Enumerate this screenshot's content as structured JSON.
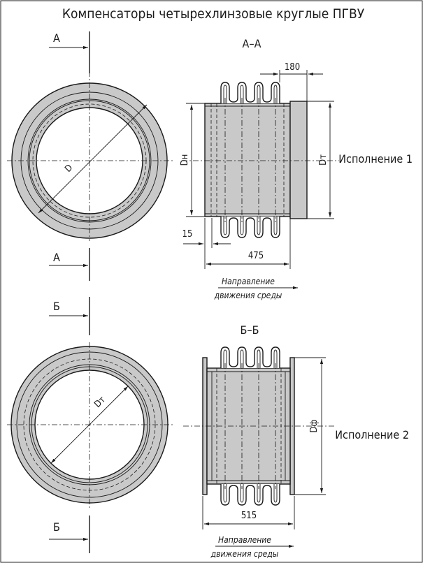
{
  "title": "Компенсаторы четырехлинзовые круглые ПГВУ",
  "section_markers": {
    "a": "А",
    "b": "Б"
  },
  "views": {
    "aa": {
      "title": "А–А",
      "dia_inner": "D",
      "dia_nominal": "Dн",
      "dia_t": "Dт",
      "dim_top": "180",
      "dim_left": "15",
      "dim_length": "475",
      "variant": "Исполнение 1",
      "flow_line1": "Направление",
      "flow_line2": "движения среды"
    },
    "bb": {
      "title": "Б–Б",
      "dia_t": "Dт",
      "dia_f": "Dф",
      "dim_length": "515",
      "variant": "Исполнение 2",
      "flow_line1": "Направление",
      "flow_line2": "движения среды"
    }
  },
  "colors": {
    "fill_gray": "#c9c9c9",
    "line": "#1a1a1a",
    "paper": "#ffffff"
  }
}
